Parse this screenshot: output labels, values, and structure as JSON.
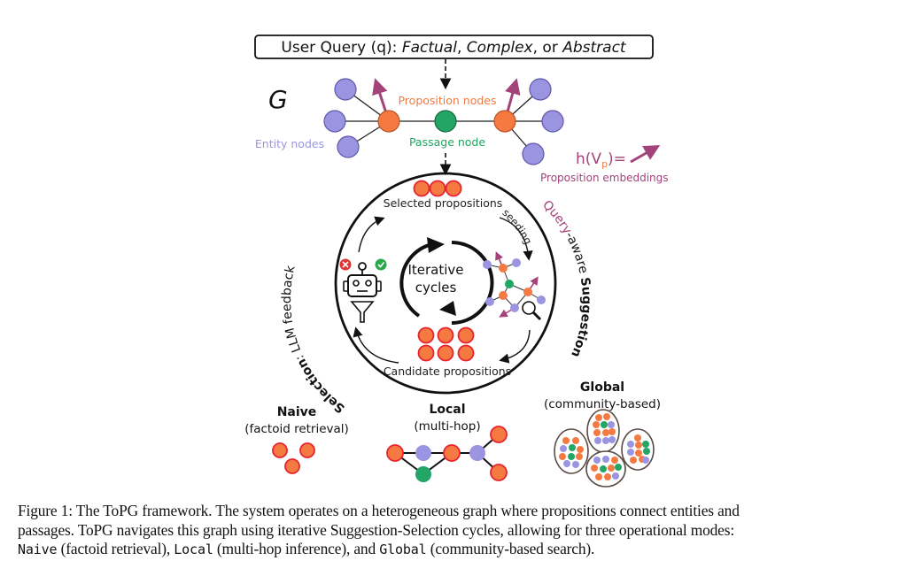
{
  "query_box": {
    "prefix": "User Query (q): ",
    "type1": "Factual",
    "sep1": ", ",
    "type2": "Complex",
    "sep2": ", or ",
    "type3": "Abstract"
  },
  "graph": {
    "symbol": "G",
    "proposition_label": "Proposition nodes",
    "passage_label": "Passage node",
    "entity_label": "Entity nodes",
    "embedding_formula_h": "h(",
    "embedding_formula_v": "V",
    "embedding_formula_sub": "p",
    "embedding_formula_end": ")=",
    "embedding_label": "Proposition embeddings"
  },
  "cycle": {
    "center_line1": "Iterative",
    "center_line2": "cycles",
    "selected_label": "Selected propositions",
    "candidate_label": "Candidate propositions",
    "seeding_label": "seeding",
    "left_arc_bold": "Selection",
    "left_arc_rest": ": LLM feedback",
    "right_arc_colored": "Query",
    "right_arc_mid": "-aware ",
    "right_arc_bold": "Suggestion"
  },
  "modes": [
    {
      "name": "Naive",
      "desc": "(factoid retrieval)"
    },
    {
      "name": "Local",
      "desc": "(multi-hop)"
    },
    {
      "name": "Global",
      "desc": "(community-based)"
    }
  ],
  "caption": {
    "line1": "Figure 1: The ToPG framework. The system operates on a heterogeneous graph where propositions connect entities and",
    "line2": "passages. ToPG navigates this graph using iterative Suggestion-Selection cycles, allowing for three operational modes:",
    "mode1_code": "Naive",
    "mode1_text": " (factoid retrieval), ",
    "mode2_code": "Local",
    "mode2_text": " (multi-hop inference), and ",
    "mode3_code": "Global",
    "mode3_text": " (community-based search)."
  },
  "colors": {
    "entity": "#9b94e0",
    "proposition": "#f47a42",
    "passage": "#22a565",
    "embedding_arrow": "#a3437a",
    "candidate_stroke": "#e8232f",
    "reject": "#e03535",
    "accept": "#2aa84a"
  }
}
